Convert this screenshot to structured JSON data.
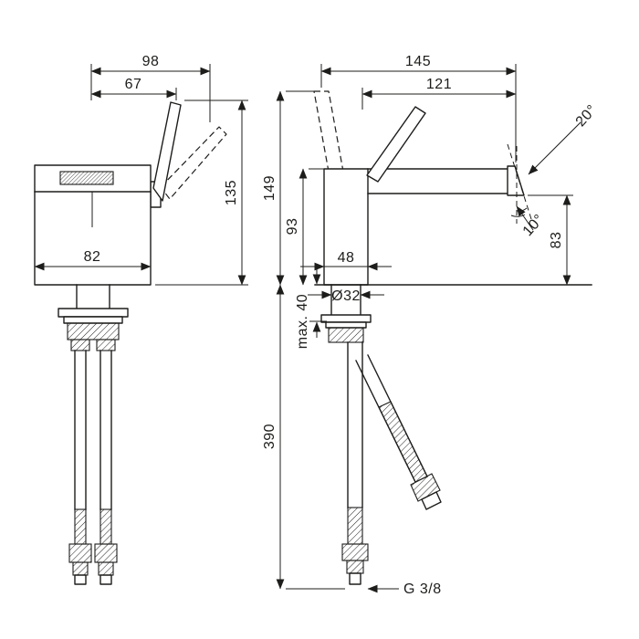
{
  "style": {
    "line_color": "#1d1d1b",
    "background": "#ffffff"
  },
  "dims": {
    "front": {
      "overall_width": "98",
      "handle_width": "67",
      "height_above_deck": "135",
      "body_width": "82"
    },
    "side": {
      "overall_depth": "145",
      "spout_reach": "121",
      "overall_height": "149",
      "body_height": "93",
      "outlet_height": "83",
      "body_depth": "48",
      "hole_diameter": "Ø32",
      "max_deck_thickness": "max. 40",
      "hose_length": "390",
      "spout_tip_angle": "20°",
      "handle_tilt_angle": "10°",
      "connection_thread": "G 3/8"
    }
  }
}
